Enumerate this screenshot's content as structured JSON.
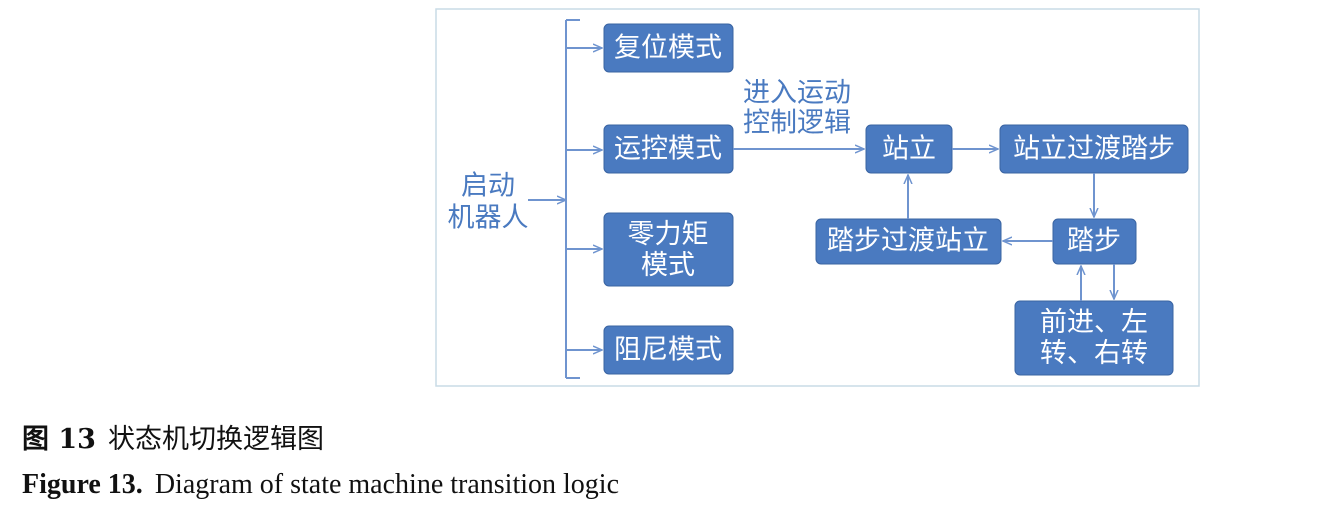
{
  "diagram": {
    "start_label": [
      "启动",
      "机器人"
    ],
    "modes": {
      "reset": [
        "复位模式"
      ],
      "motion": [
        "运控模式"
      ],
      "zero_torque": [
        "零力矩",
        "模式"
      ],
      "damping": [
        "阻尼模式"
      ]
    },
    "edge_label": [
      "进入运动",
      "控制逻辑"
    ],
    "states": {
      "stand": [
        "站立"
      ],
      "stand_to_step": [
        "站立过渡踏步"
      ],
      "step": [
        "踏步"
      ],
      "step_to_stand": [
        "踏步过渡站立"
      ],
      "move": [
        "前进、左",
        "转、右转"
      ]
    }
  },
  "caption": {
    "cn_label": "图 13",
    "cn_text": "状态机切换逻辑图",
    "en_label": "Figure 13.",
    "en_text": "Diagram of state machine transition logic"
  }
}
